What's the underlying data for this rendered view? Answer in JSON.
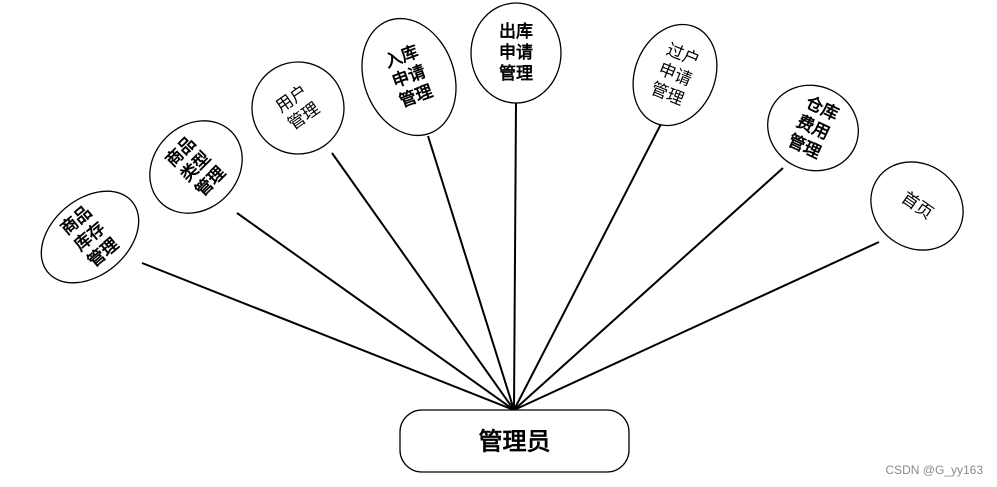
{
  "diagram": {
    "root": {
      "label": "管理员"
    },
    "modules": [
      {
        "name": "module-inventory",
        "lines": [
          "商品",
          "库存",
          "管理"
        ],
        "bold": true
      },
      {
        "name": "module-category",
        "lines": [
          "商品",
          "类型",
          "管理"
        ],
        "bold": true
      },
      {
        "name": "module-user",
        "lines": [
          "用户",
          "管理"
        ],
        "bold": false
      },
      {
        "name": "module-inbound",
        "lines": [
          "入库",
          "申请",
          "管理"
        ],
        "bold": true
      },
      {
        "name": "module-outbound",
        "lines": [
          "出库",
          "申请",
          "管理"
        ],
        "bold": true
      },
      {
        "name": "module-transfer",
        "lines": [
          "过户",
          "申请",
          "管理"
        ],
        "bold": false
      },
      {
        "name": "module-fee",
        "lines": [
          "仓库",
          "费用",
          "管理"
        ],
        "bold": true
      },
      {
        "name": "module-home",
        "lines": [
          "首页"
        ],
        "bold": false
      }
    ]
  },
  "watermark": {
    "text": "CSDN @G_yy163"
  }
}
